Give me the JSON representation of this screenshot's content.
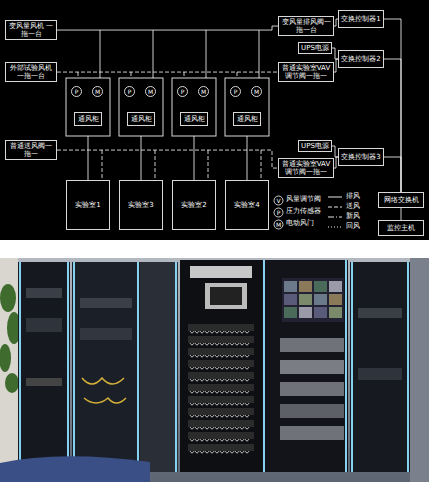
{
  "diagram": {
    "nodes": [
      {
        "text": [
          "变风量风机 一拖一台"
        ]
      },
      {
        "text": [
          "外部试验风机 一拖一台"
        ]
      },
      {
        "text": [
          "P"
        ]
      },
      {
        "text": [
          "M"
        ]
      },
      {
        "text": [
          "通风柜"
        ]
      },
      {
        "text": [
          "P"
        ]
      },
      {
        "text": [
          "M"
        ]
      },
      {
        "text": [
          "通风柜"
        ]
      },
      {
        "text": [
          "P"
        ]
      },
      {
        "text": [
          "M"
        ]
      },
      {
        "text": [
          "通风柜"
        ]
      },
      {
        "text": [
          "P"
        ]
      },
      {
        "text": [
          "M"
        ]
      },
      {
        "text": [
          "通风柜"
        ]
      },
      {
        "text": [
          "变风量排风阀一拖一台"
        ]
      },
      {
        "text": [
          "交换控制器1"
        ]
      },
      {
        "text": [
          "UPS电源"
        ]
      },
      {
        "text": [
          "交换控制器2"
        ]
      },
      {
        "text": [
          "普通实验室VAV调节阀一拖一"
        ]
      },
      {
        "text": [
          "普通送风阀一拖一"
        ]
      },
      {
        "text": [
          "UPS电源"
        ]
      },
      {
        "text": [
          "交换控制器3"
        ]
      },
      {
        "text": [
          "普通实验室VAV调节阀一拖一"
        ]
      },
      {
        "text": [
          "实验室1"
        ]
      },
      {
        "text": [
          "实验室3"
        ]
      },
      {
        "text": [
          "实验室2"
        ]
      },
      {
        "text": [
          "实验室4"
        ]
      },
      {
        "text": [
          "网络交换机"
        ]
      },
      {
        "text": [
          "监控主机"
        ]
      }
    ],
    "edges": [
      {
        "from": 0,
        "to": 14,
        "arrow": "none"
      },
      {
        "from": 1,
        "to": 18,
        "arrow": "none"
      },
      {
        "from": 14,
        "to": 15,
        "arrow": "none"
      },
      {
        "from": 16,
        "to": 17,
        "arrow": "none"
      },
      {
        "from": 18,
        "to": 17,
        "arrow": "none"
      },
      {
        "from": 19,
        "to": 22,
        "arrow": "none"
      },
      {
        "from": 20,
        "to": 21,
        "arrow": "none"
      },
      {
        "from": 22,
        "to": 21,
        "arrow": "none"
      },
      {
        "from": 15,
        "to": 27,
        "arrow": "none"
      },
      {
        "from": 17,
        "to": 27,
        "arrow": "none"
      },
      {
        "from": 21,
        "to": 27,
        "arrow": "none"
      },
      {
        "from": 27,
        "to": 28,
        "arrow": "none"
      }
    ],
    "labels": [
      "V",
      "P",
      "M"
    ],
    "legend": [
      {
        "text": "风量调节阀"
      },
      {
        "text": "压力传感器"
      },
      {
        "text": "电动风门"
      },
      {
        "text": "排风"
      },
      {
        "text": "送风"
      },
      {
        "text": "新风"
      },
      {
        "text": "回风"
      }
    ]
  }
}
